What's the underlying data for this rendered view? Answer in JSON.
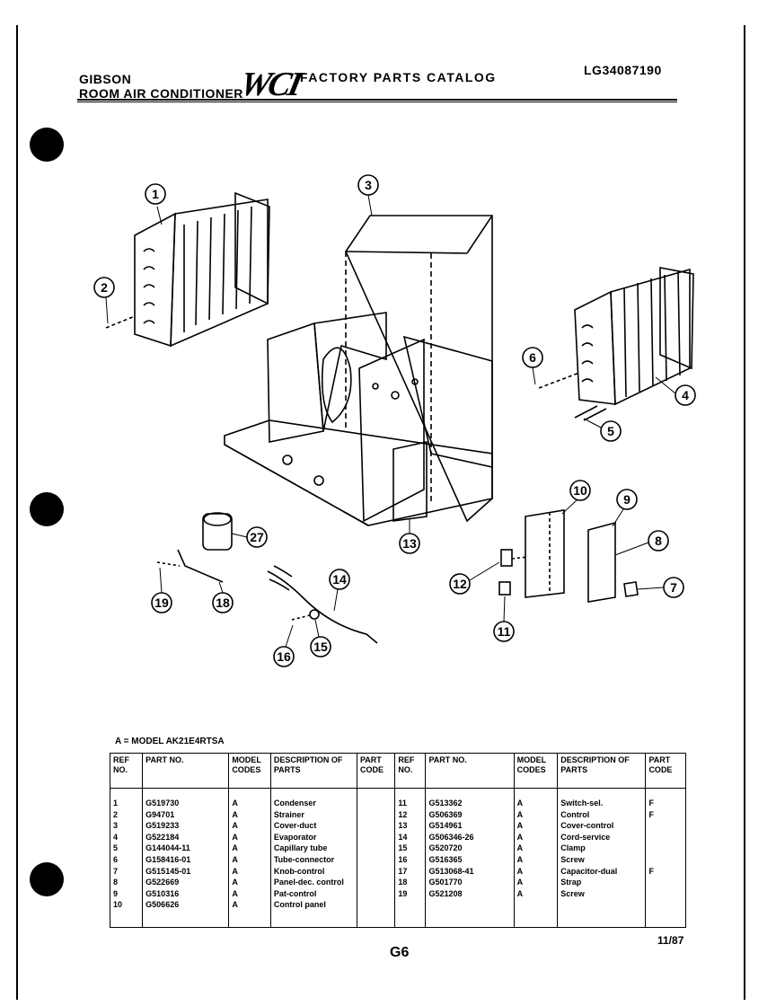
{
  "header": {
    "brand": "GIBSON",
    "subtitle": "ROOM AIR CONDITIONER",
    "logo": "WCI",
    "catalog_title": "FACTORY PARTS CATALOG",
    "catalog_number": "LG34087190"
  },
  "callouts": [
    "1",
    "2",
    "3",
    "4",
    "5",
    "6",
    "7",
    "8",
    "9",
    "10",
    "11",
    "12",
    "13",
    "14",
    "15",
    "16",
    "18",
    "19",
    "27"
  ],
  "model_note": "A = MODEL AK21E4RTSA",
  "table": {
    "headers": {
      "ref_no": "REF NO.",
      "part_no": "PART NO.",
      "model_codes": "MODEL CODES",
      "description": "DESCRIPTION OF PARTS",
      "part_code": "PART CODE"
    },
    "left": [
      {
        "ref": "1",
        "part": "G519730",
        "model": "A",
        "desc": "Condenser",
        "code": ""
      },
      {
        "ref": "2",
        "part": "G94701",
        "model": "A",
        "desc": "Strainer",
        "code": ""
      },
      {
        "ref": "3",
        "part": "G519233",
        "model": "A",
        "desc": "Cover-duct",
        "code": ""
      },
      {
        "ref": "4",
        "part": "G522184",
        "model": "A",
        "desc": "Evaporator",
        "code": ""
      },
      {
        "ref": "5",
        "part": "G144044-11",
        "model": "A",
        "desc": "Capillary tube",
        "code": ""
      },
      {
        "ref": "6",
        "part": "G158416-01",
        "model": "A",
        "desc": "Tube-connector",
        "code": ""
      },
      {
        "ref": "7",
        "part": "G515145-01",
        "model": "A",
        "desc": "Knob-control",
        "code": ""
      },
      {
        "ref": "8",
        "part": "G522669",
        "model": "A",
        "desc": "Panel-dec. control",
        "code": ""
      },
      {
        "ref": "9",
        "part": "G510316",
        "model": "A",
        "desc": "Pat-control",
        "code": ""
      },
      {
        "ref": "10",
        "part": "G506626",
        "model": "A",
        "desc": "Control panel",
        "code": ""
      }
    ],
    "right": [
      {
        "ref": "11",
        "part": "G513362",
        "model": "A",
        "desc": "Switch-sel.",
        "code": "F"
      },
      {
        "ref": "12",
        "part": "G506369",
        "model": "A",
        "desc": "Control",
        "code": "F"
      },
      {
        "ref": "13",
        "part": "G514961",
        "model": "A",
        "desc": "Cover-control",
        "code": ""
      },
      {
        "ref": "14",
        "part": "G506346-26",
        "model": "A",
        "desc": "Cord-service",
        "code": ""
      },
      {
        "ref": "15",
        "part": "G520720",
        "model": "A",
        "desc": "Clamp",
        "code": ""
      },
      {
        "ref": "16",
        "part": "G516365",
        "model": "A",
        "desc": "Screw",
        "code": ""
      },
      {
        "ref": "17",
        "part": "G513068-41",
        "model": "A",
        "desc": "Capacitor-dual",
        "code": "F"
      },
      {
        "ref": "18",
        "part": "G501770",
        "model": "A",
        "desc": "Strap",
        "code": ""
      },
      {
        "ref": "19",
        "part": "G521208",
        "model": "A",
        "desc": "Screw",
        "code": ""
      }
    ]
  },
  "footer": {
    "page": "G6",
    "date": "11/87"
  }
}
